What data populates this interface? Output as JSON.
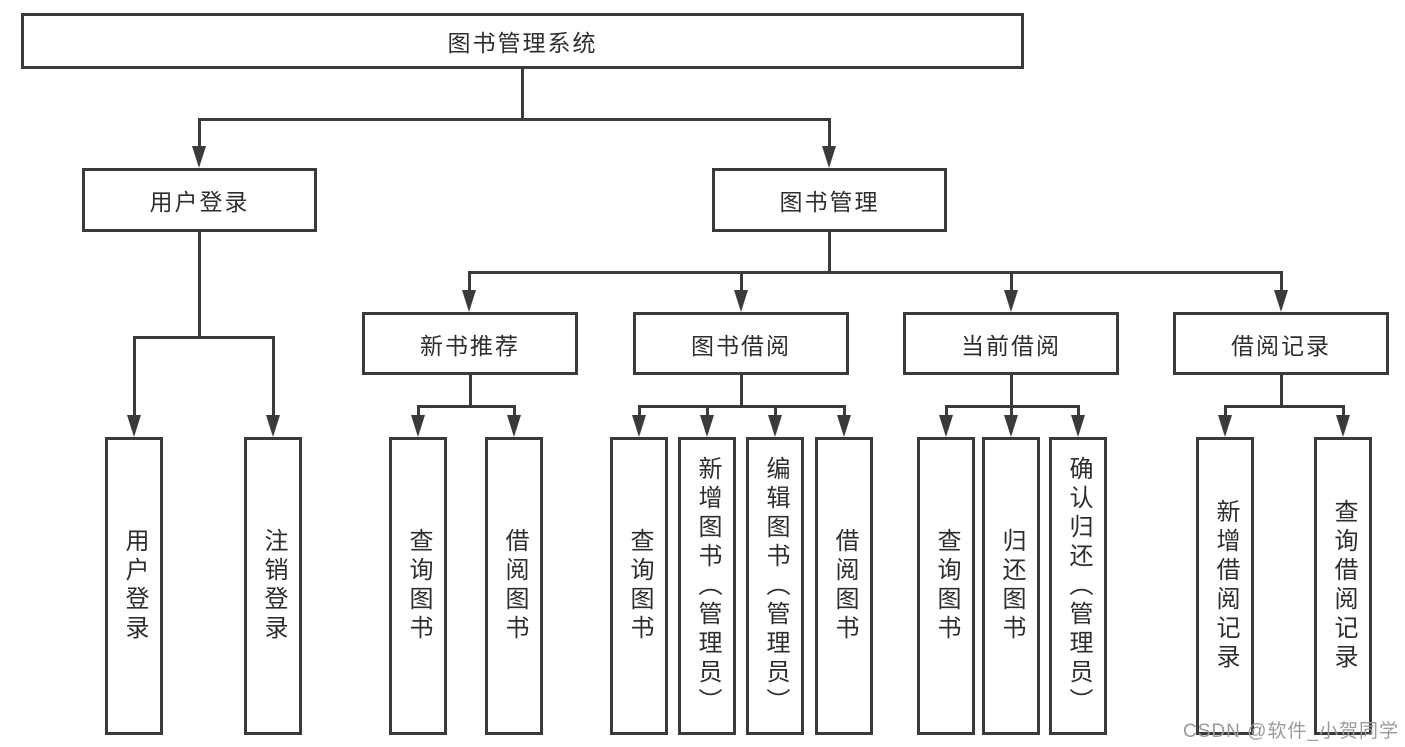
{
  "tree": {
    "root": "图书管理系统",
    "branches": [
      {
        "label": "用户登录",
        "children": [
          "用户登录",
          "注销登录"
        ]
      },
      {
        "label": "图书管理",
        "groups": [
          {
            "label": "新书推荐",
            "children": [
              "查询图书",
              "借阅图书"
            ]
          },
          {
            "label": "图书借阅",
            "children": [
              "查询图书",
              "新增图书（管理员）",
              "编辑图书（管理员）",
              "借阅图书"
            ]
          },
          {
            "label": "当前借阅",
            "children": [
              "查询图书",
              "归还图书",
              "确认归还（管理员）"
            ]
          },
          {
            "label": "借阅记录",
            "children": [
              "新增借阅记录",
              "查询借阅记录"
            ]
          }
        ]
      }
    ]
  },
  "watermark": "CSDN @软件_小贺同学",
  "colors": {
    "line": "#3a3a3a",
    "text": "#2e2e2e",
    "watermark": "#9b9b9b",
    "background": "#ffffff"
  }
}
